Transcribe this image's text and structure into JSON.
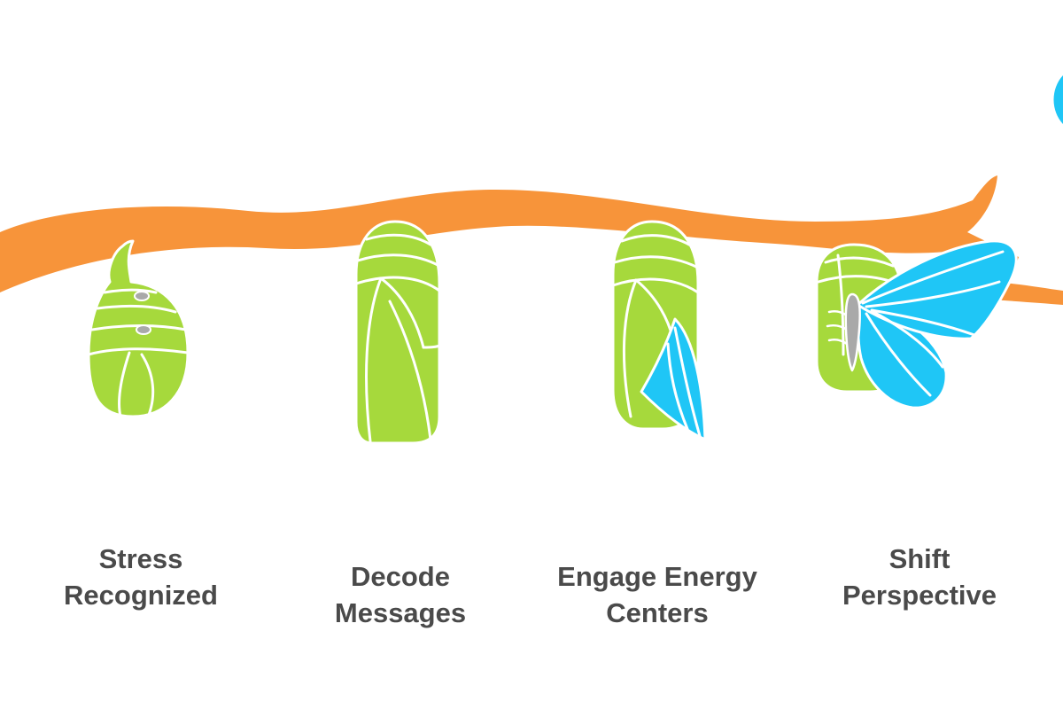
{
  "colors": {
    "branch": "#F7943A",
    "chrysalis": "#A6D93C",
    "wing": "#1FC6F6",
    "body": "#A9A9A9",
    "outline": "#FFFFFF",
    "text": "#4A4A4A"
  },
  "stages": [
    {
      "icon": "budding-chrysalis-icon",
      "lines": [
        "Stress",
        "Recognized"
      ]
    },
    {
      "icon": "chrysalis-icon",
      "lines": [
        "Decode",
        "Messages"
      ]
    },
    {
      "icon": "chrysalis-with-wing-icon",
      "lines": [
        "Engage Energy",
        "Centers"
      ]
    },
    {
      "icon": "emerging-butterfly-icon",
      "lines": [
        "Shift",
        "Perspective"
      ]
    }
  ]
}
